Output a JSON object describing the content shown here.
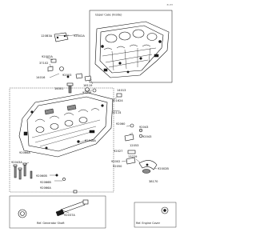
{
  "drawing_code": "E1 E7",
  "insets": {
    "upper_case": {
      "title": "Upper Case (Inside)"
    },
    "generator_shaft": {
      "title": "Ref. Generator Shaft"
    },
    "engine_cover": {
      "title": "Ref. Engine Cover"
    }
  },
  "part_labels": [
    "120B3A",
    "92002A",
    "92002A",
    "37102",
    "92003",
    "14016",
    "14001",
    "16119",
    "92046",
    "14013",
    "321624",
    "32114",
    "92066A",
    "92048A",
    "92060",
    "92043",
    "92043",
    "12053",
    "92027",
    "92002",
    "92050",
    "13229",
    "92002B",
    "38170",
    "92043A",
    "92060B",
    "92066B",
    "92066A",
    "92037A"
  ]
}
